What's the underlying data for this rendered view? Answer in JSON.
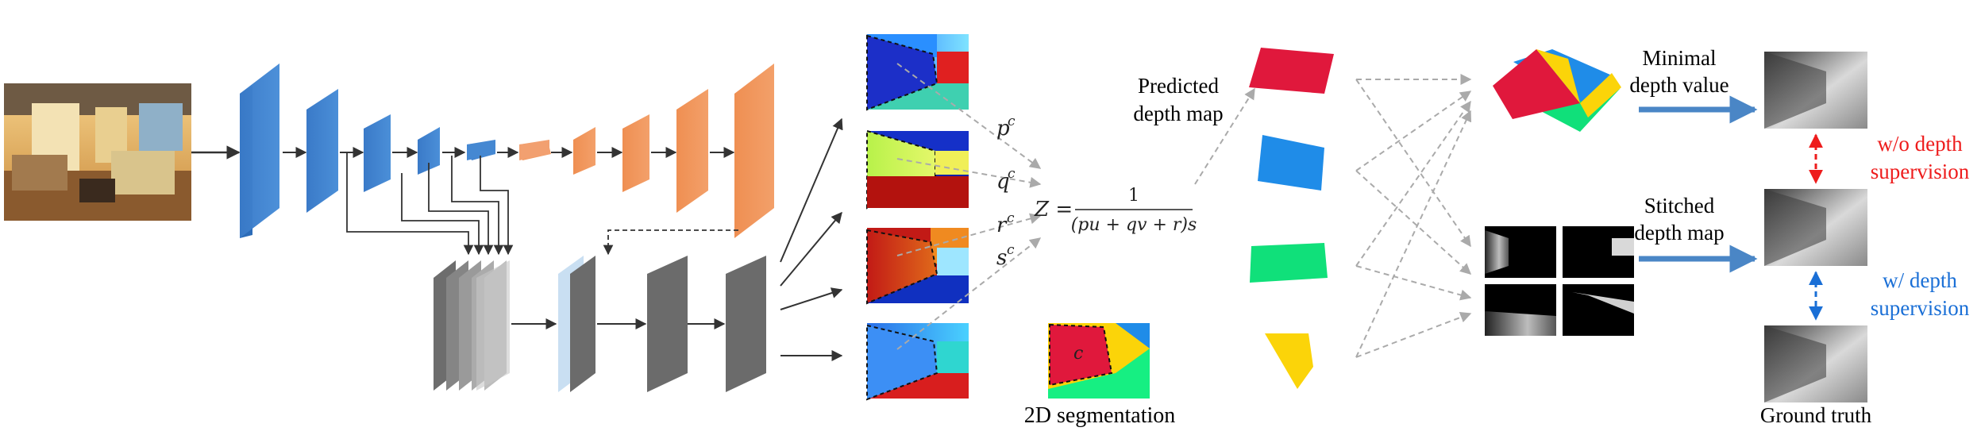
{
  "labels": {
    "predicted_line1": "Predicted",
    "predicted_line2": "depth map",
    "segmentation": "2D segmentation",
    "minimal_line1": "Minimal",
    "minimal_line2": "depth value",
    "stitched_line1": "Stitched",
    "stitched_line2": "depth map",
    "wo_line1": "w/o depth",
    "wo_line2": "supervision",
    "w_line1": "w/ depth",
    "w_line2": "supervision",
    "ground_truth": "Ground truth"
  },
  "math": {
    "p": "p",
    "q": "q",
    "r": "r",
    "s": "s",
    "sup": "c",
    "z_lhs": "Z =",
    "numerator": "1",
    "denominator": "(pu + qv + r)s",
    "region": "c"
  },
  "colors": {
    "encoder": "#3d7fcc",
    "decoder": "#f0955a",
    "gray_block": "#6b6b6b",
    "plane_red": "#e0183c",
    "plane_blue": "#1f8ce8",
    "plane_green": "#10e07a",
    "plane_yellow": "#fbd409",
    "arrow_red": "#ee1c1c",
    "arrow_blue": "#1a6fd6"
  }
}
